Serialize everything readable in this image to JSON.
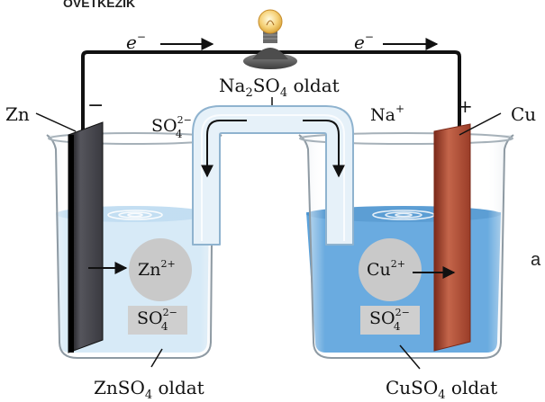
{
  "header_fragment": "ÖVETKEZIK",
  "side_fragment": "a",
  "electron_flow": {
    "left": "e",
    "right": "e",
    "charge": "−"
  },
  "electrodes": {
    "anode": {
      "label": "Zn",
      "sign": "−"
    },
    "cathode": {
      "label": "Cu",
      "sign": "+"
    }
  },
  "salt_bridge": {
    "label_base": "Na",
    "label_sub1": "2",
    "label_mid": "SO",
    "label_sub2": "4",
    "label_rest": " oldat",
    "anion_base": "SO",
    "anion_sup": "2−",
    "anion_sub": "4",
    "cation_base": "Na",
    "cation_sup": "+"
  },
  "left_beaker": {
    "ion_base": "Zn",
    "ion_sup": "2+",
    "sulfate_base": "SO",
    "sulfate_sup": "2−",
    "sulfate_sub": "4",
    "label_base": "ZnSO",
    "label_sub": "4",
    "label_rest": " oldat"
  },
  "right_beaker": {
    "ion_base": "Cu",
    "ion_sup": "2+",
    "sulfate_base": "SO",
    "sulfate_sup": "2−",
    "sulfate_sub": "4",
    "label_base": "CuSO",
    "label_sub": "4",
    "label_rest": " oldat"
  },
  "colors": {
    "left_solution": "#d3e8f6",
    "right_solution": "#5aa2dc",
    "zinc_electrode": "#2a2a30",
    "copper_electrode": "#b0503a",
    "ion_circle": "#c9c9c9",
    "sulfate_box": "#cfcfcf",
    "bridge_fill": "#e6f1f9"
  }
}
